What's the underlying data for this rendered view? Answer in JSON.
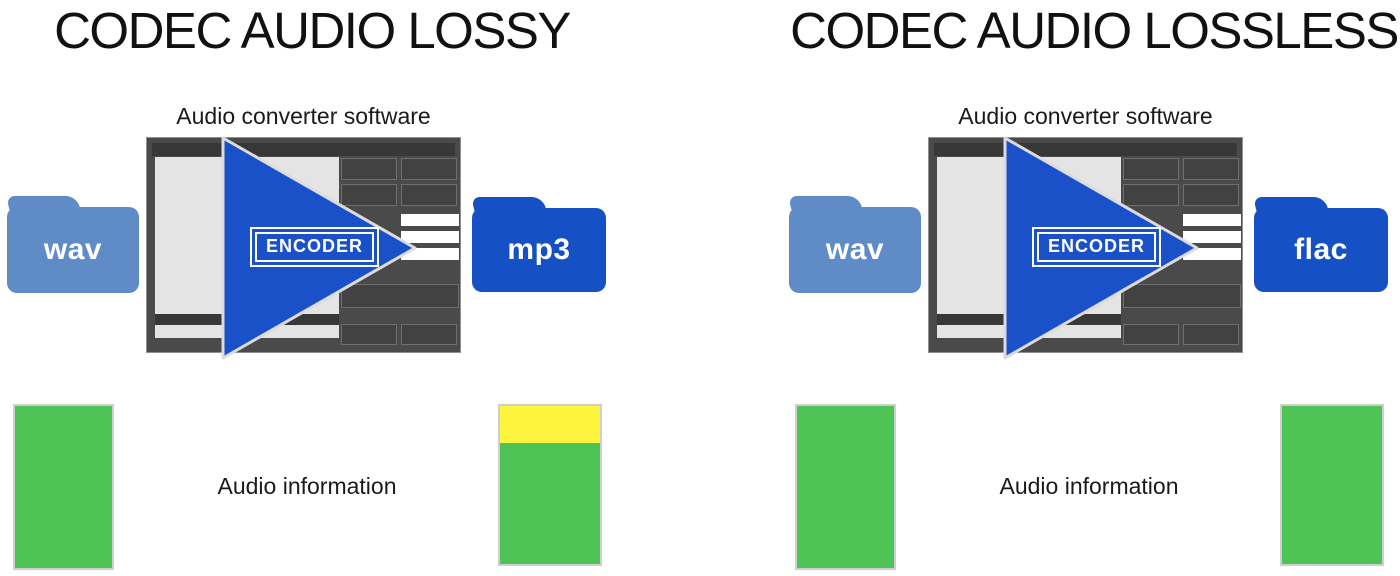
{
  "panels": [
    {
      "title": "CODEC AUDIO LOSSY",
      "converter_label": "Audio converter software",
      "encoder_label": "ENCODER",
      "input_folder_label": "wav",
      "output_folder_label": "mp3",
      "audio_info_label": "Audio information",
      "output_has_loss": true
    },
    {
      "title": "CODEC AUDIO LOSSLESS",
      "converter_label": "Audio converter software",
      "encoder_label": "ENCODER",
      "input_folder_label": "wav",
      "output_folder_label": "flac",
      "audio_info_label": "Audio information",
      "output_has_loss": false
    }
  ],
  "colors": {
    "input_folder_blue": "#5f8cc7",
    "output_folder_blue": "#1551c4",
    "encoder_triangle_blue": "#1a50c8",
    "audio_info_green": "#4dc355",
    "lost_info_yellow": "#fdf43e",
    "window_gray": "#4a4a4a",
    "window_dark_gray": "#383838",
    "window_light_gray": "#e4e4e4"
  }
}
